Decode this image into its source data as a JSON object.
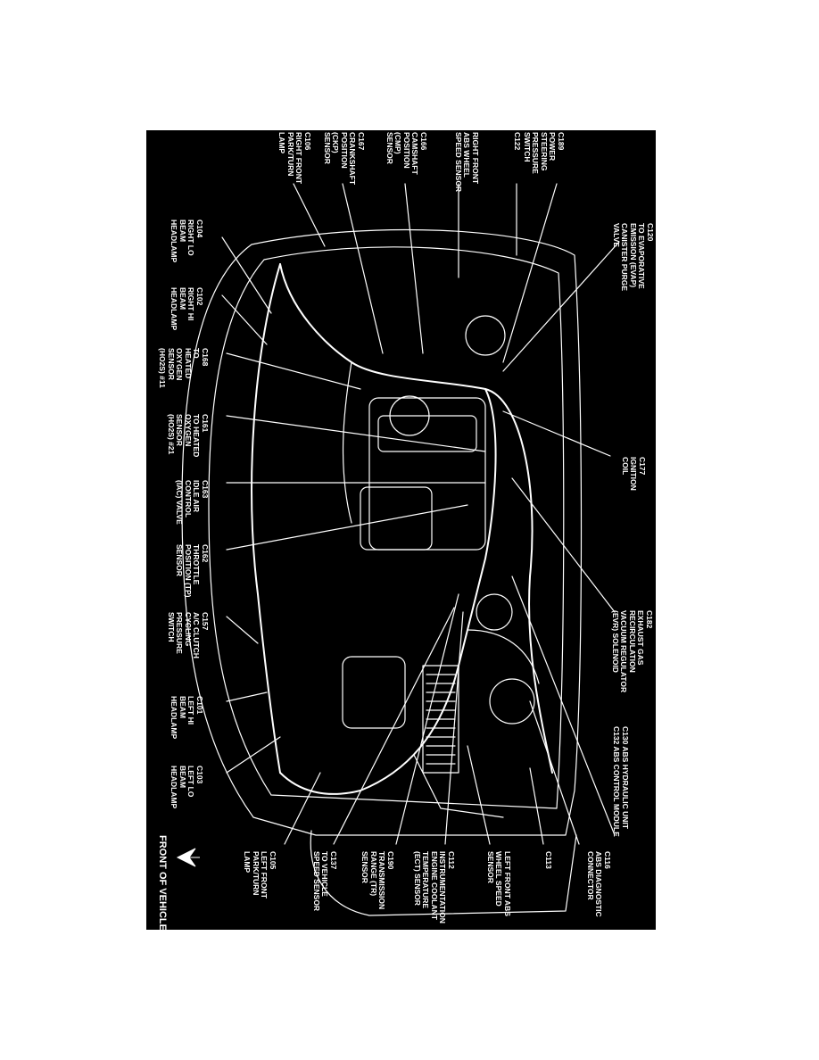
{
  "figure": {
    "orientation_note": "",
    "front_label": "FRONT OF VEHICLE",
    "colors": {
      "background": "#000000",
      "line": "#ffffff",
      "page": "#ffffff"
    },
    "callouts": [
      {
        "id": "c189",
        "text": "C189\nPOWER\nSTEERING\nPRESSURE\nSWITCH"
      },
      {
        "id": "c122",
        "text": "C122"
      },
      {
        "id": "rf-abs",
        "text": "RIGHT FRONT\nABS WHEEL\nSPEED SENSOR"
      },
      {
        "id": "c166",
        "text": "C166\nCAMSHAFT\nPOSITION\n(CMP)\nSENSOR"
      },
      {
        "id": "c167",
        "text": "C167\nCRANKSHAFT\nPOSITION\n(CKP)\nSENSOR"
      },
      {
        "id": "c106",
        "text": "C106\nRIGHT FRONT\nPARK/TURN\nLAMP"
      },
      {
        "id": "c120",
        "text": "C120\nTO EVAPORATIVE\nEMISSION (EVAP)\nCANISTER PURGE\nVALVE"
      },
      {
        "id": "c104",
        "text": "C104\nRIGHT LO\nBEAM\nHEADLAMP"
      },
      {
        "id": "c102",
        "text": "C102\nRIGHT HI\nBEAM\nHEADLAMP"
      },
      {
        "id": "c168",
        "text": "C168\nTO\nHEATED\nOXYGEN\nSENSOR\n(HO2S) #11"
      },
      {
        "id": "c161",
        "text": "C161\nTO HEATED\nOXYGEN\nSENSOR\n(HO2S) #21"
      },
      {
        "id": "c163",
        "text": "C163\nIDLE AIR\nCONTROL\n(IAC) VALVE"
      },
      {
        "id": "c162",
        "text": "C162\nTHROTTLE\nPOSITION (TP)\nSENSOR"
      },
      {
        "id": "c157",
        "text": "C157\nA/C CLUTCH\nCYCLING\nPRESSURE\nSWITCH"
      },
      {
        "id": "c101",
        "text": "C101\nLEFT HI\nBEAM\nHEADLAMP"
      },
      {
        "id": "c103",
        "text": "C103\nLEFT LO\nBEAM\nHEADLAMP"
      },
      {
        "id": "c177",
        "text": "C177\nIGNITION\nCOIL"
      },
      {
        "id": "c182",
        "text": "C182\nEXHAUST GAS\nRECIRCULATION\nVACUUM REGULATOR\n(EVR) SOLENOID"
      },
      {
        "id": "c130",
        "text": "C130 ABS HYDRAULIC UNIT\nC132 ABS CONTROL MODULE"
      },
      {
        "id": "c116",
        "text": "C116\nABS DIAGNOSTIC\nCONNECTOR"
      },
      {
        "id": "c113",
        "text": "C113"
      },
      {
        "id": "lf-abs",
        "text": "LEFT FRONT ABS\nWHEEL SPEED\nSENSOR"
      },
      {
        "id": "c112",
        "text": "C112\nINSTRUMENTATION\nENGINE COOLANT\nTEMPERATURE\n(ECT) SENSOR"
      },
      {
        "id": "c190",
        "text": "C190\nTRANSMISSION\nRANGE (TR)\nSENSOR"
      },
      {
        "id": "c137",
        "text": "C137\nTO VEHICLE\nSPEED SENSOR"
      },
      {
        "id": "c105",
        "text": "C105\nLEFT FRONT\nPARK/TURN\nLAMP"
      }
    ]
  }
}
